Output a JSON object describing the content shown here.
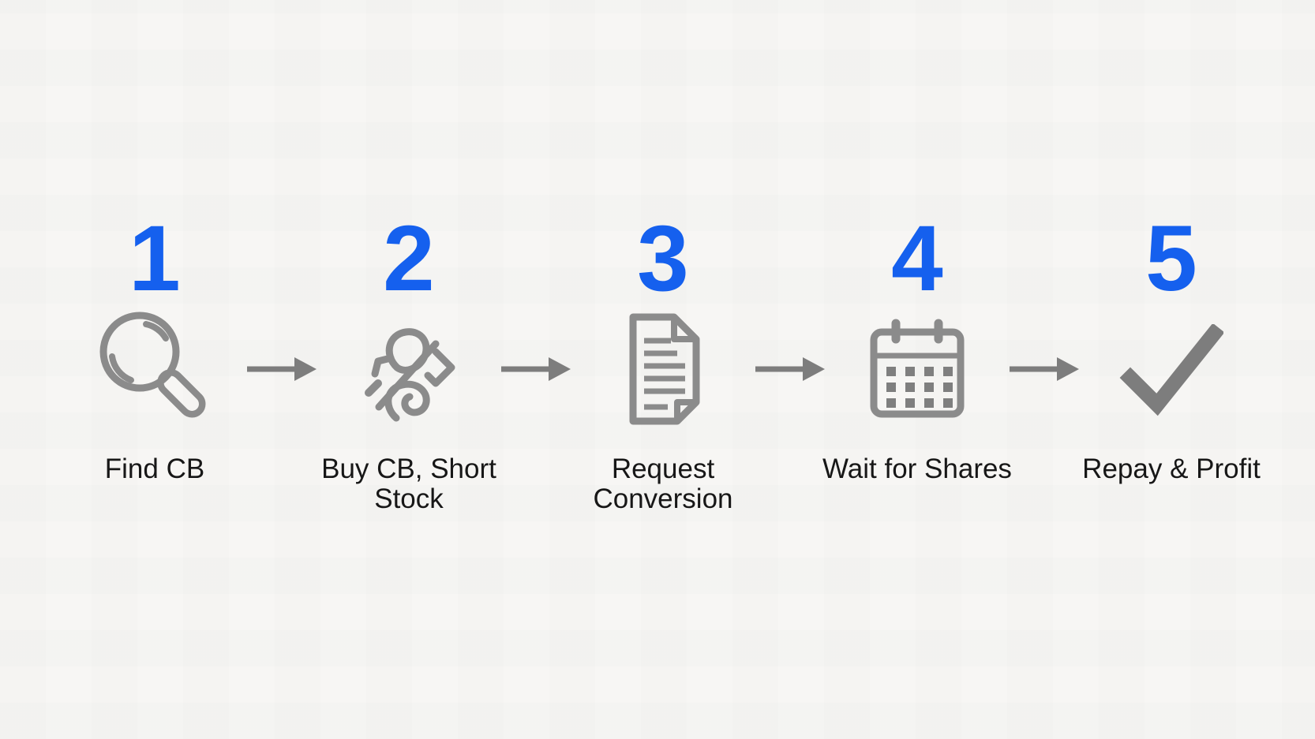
{
  "figure": {
    "type": "process-flow-diagram",
    "background_color": "#f7f6f4",
    "accent_color": "#1560ee",
    "icon_color": "#8b8b8b",
    "arrow_color": "#7d7d7d",
    "label_color": "#171717",
    "step_count": 5,
    "flow_direction": "left-to-right"
  },
  "steps": [
    {
      "number": "1",
      "label": "Find CB",
      "icon": "magnifier-icon"
    },
    {
      "number": "2",
      "label": "Buy CB, Short Stock",
      "icon": "knot-icon"
    },
    {
      "number": "3",
      "label": "Request Conversion",
      "icon": "document-icon"
    },
    {
      "number": "4",
      "label": "Wait for Shares",
      "icon": "calendar-icon"
    },
    {
      "number": "5",
      "label": "Repay & Profit",
      "icon": "check-icon"
    }
  ]
}
